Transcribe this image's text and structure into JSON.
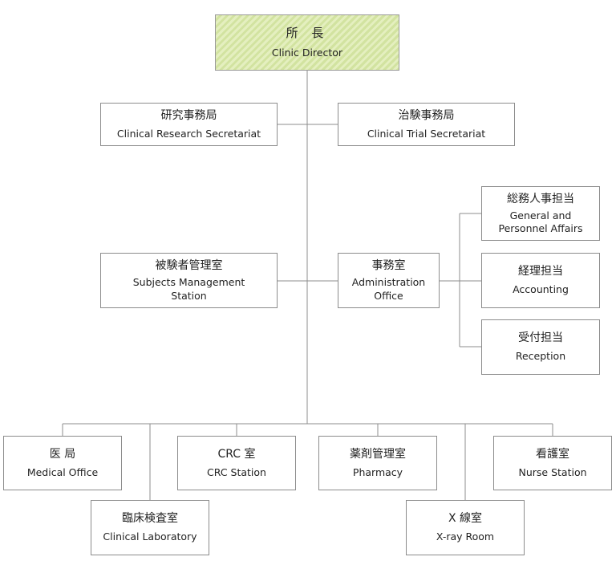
{
  "nodes": {
    "director": {
      "jp": "所 長",
      "en": "Clinic Director"
    },
    "research_secretariat": {
      "jp": "研究事務局",
      "en": "Clinical Research Secretariat"
    },
    "trial_secretariat": {
      "jp": "治験事務局",
      "en": "Clinical Trial Secretariat"
    },
    "subjects_station": {
      "jp": "被験者管理室",
      "en": "Subjects Management Station"
    },
    "admin_office": {
      "jp": "事務室",
      "en": "Administration Office"
    },
    "general_affairs": {
      "jp": "総務人事担当",
      "en": "General and Personnel Affairs"
    },
    "accounting": {
      "jp": "経理担当",
      "en": "Accounting"
    },
    "reception": {
      "jp": "受付担当",
      "en": "Reception"
    },
    "medical_office": {
      "jp": "医 局",
      "en": "Medical Office"
    },
    "clinical_lab": {
      "jp": "臨床検査室",
      "en": "Clinical Laboratory"
    },
    "crc_station": {
      "jp": "CRC 室",
      "en": "CRC Station"
    },
    "pharmacy": {
      "jp": "薬剤管理室",
      "en": "Pharmacy"
    },
    "xray_room": {
      "jp": "X 線室",
      "en": "X-ray Room"
    },
    "nurse_station": {
      "jp": "看護室",
      "en": "Nurse Station"
    }
  },
  "colors": {
    "line": "#8c8c8c",
    "box_border": "#8c8c8c",
    "director_fill": "#d8e8a8"
  }
}
